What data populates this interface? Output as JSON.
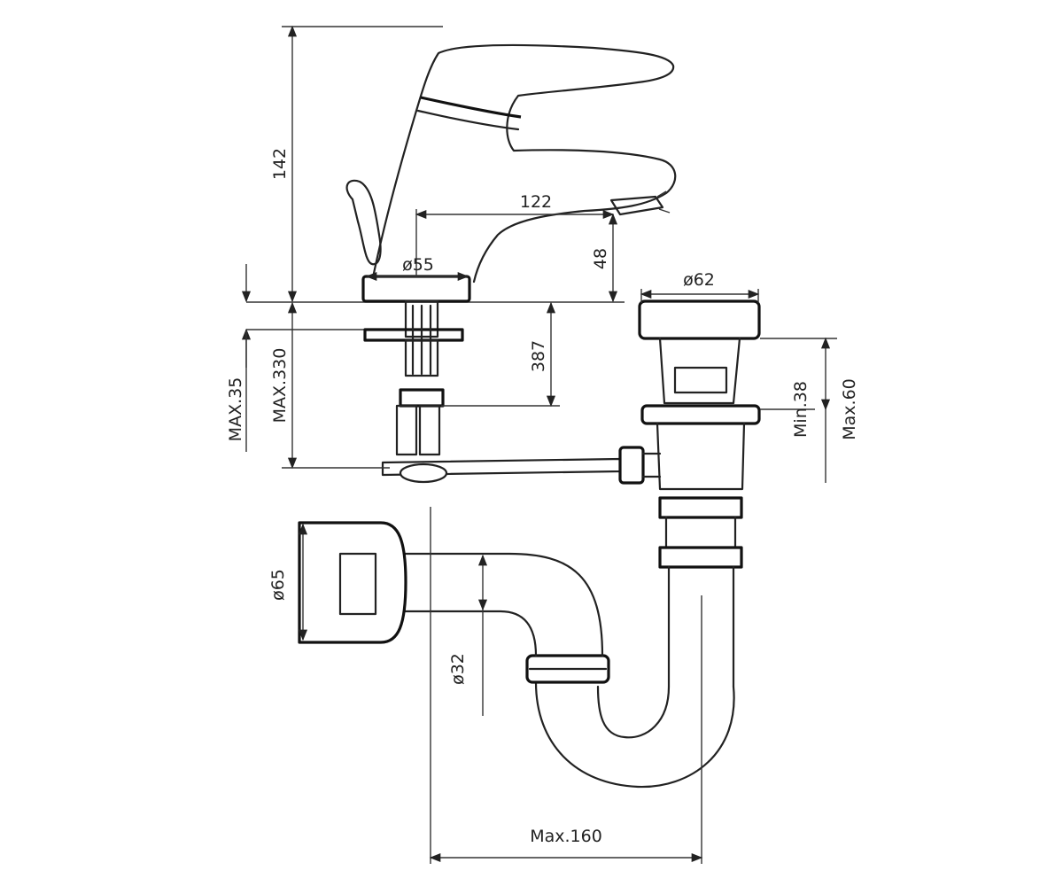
{
  "dimensions": {
    "height_total": "142",
    "spout_reach": "122",
    "spout_height": "48",
    "base_diameter": "ø55",
    "waste_diameter": "ø62",
    "under_deck": "387",
    "max_thickness": "MAX.35",
    "max_depth": "MAX.330",
    "min_38": "Min.38",
    "max_60": "Max.60",
    "trap_outlet": "ø65",
    "pipe_diameter": "ø32",
    "max_reach": "Max.160"
  },
  "colors": {
    "line": "#222222",
    "background": "#ffffff"
  }
}
